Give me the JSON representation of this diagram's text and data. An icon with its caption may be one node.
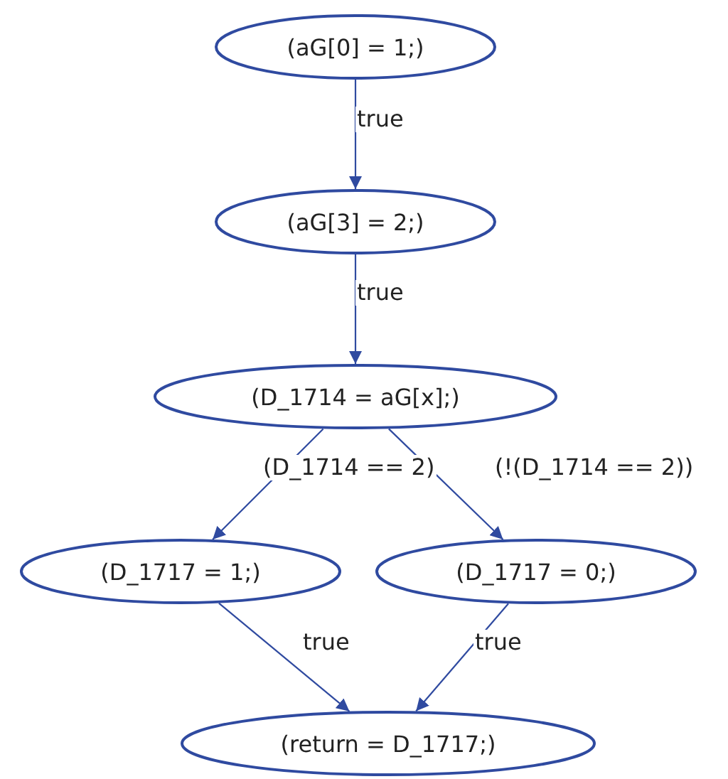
{
  "diagram": {
    "nodes": [
      {
        "text": [
          "(aG[0] = 1;)"
        ]
      },
      {
        "text": [
          "(aG[3] = 2;)"
        ]
      },
      {
        "text": [
          "(D_1714 = aG[x];)"
        ]
      },
      {
        "text": [
          "(D_1717 = 1;)"
        ]
      },
      {
        "text": [
          "(D_1717 = 0;)"
        ]
      },
      {
        "text": [
          "(return = D_1717;)"
        ]
      }
    ],
    "edges": [
      {
        "from": 0,
        "to": 1,
        "arrow": "to",
        "label": "true"
      },
      {
        "from": 1,
        "to": 2,
        "arrow": "to",
        "label": "true"
      },
      {
        "from": 2,
        "to": 3,
        "arrow": "to",
        "label": "(D_1714 == 2)"
      },
      {
        "from": 2,
        "to": 4,
        "arrow": "to",
        "label": "(!(D_1714 == 2))"
      },
      {
        "from": 3,
        "to": 5,
        "arrow": "to",
        "label": "true"
      },
      {
        "from": 4,
        "to": 5,
        "arrow": "to",
        "label": "true"
      }
    ]
  }
}
